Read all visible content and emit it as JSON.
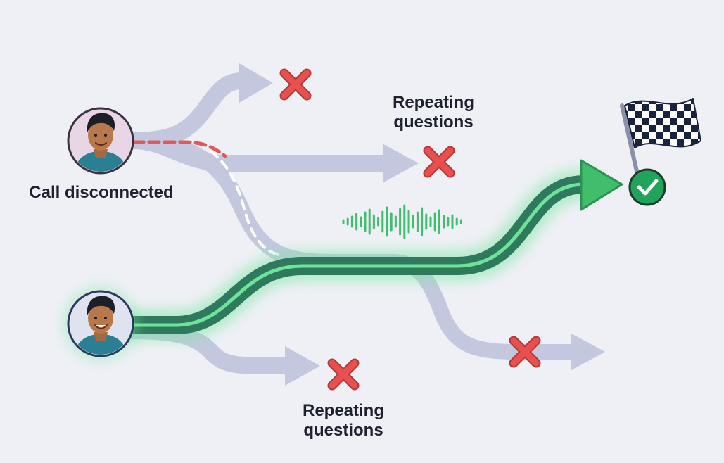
{
  "labels": {
    "top_branch": [
      "Repeating",
      "questions"
    ],
    "bottom_branch": [
      "Repeating",
      "questions"
    ],
    "disconnected": "Call disconnected"
  },
  "colors": {
    "background": "#eef0f5",
    "failed_path": "#c3c8de",
    "success_path": "#2f7a5d",
    "success_glow": "#7ee6a5",
    "success_arrow": "#3fbf6b",
    "disconnect_line": "#e05a5a",
    "cross": "#e04848",
    "check_badge": "#22a35a",
    "text": "#1d2130"
  },
  "icons": {
    "fail_marker": "cross-icon",
    "success_marker": "check-icon",
    "goal": "checkered-flag-icon",
    "caller": "person-avatar-icon",
    "audio": "sound-wave-icon"
  }
}
